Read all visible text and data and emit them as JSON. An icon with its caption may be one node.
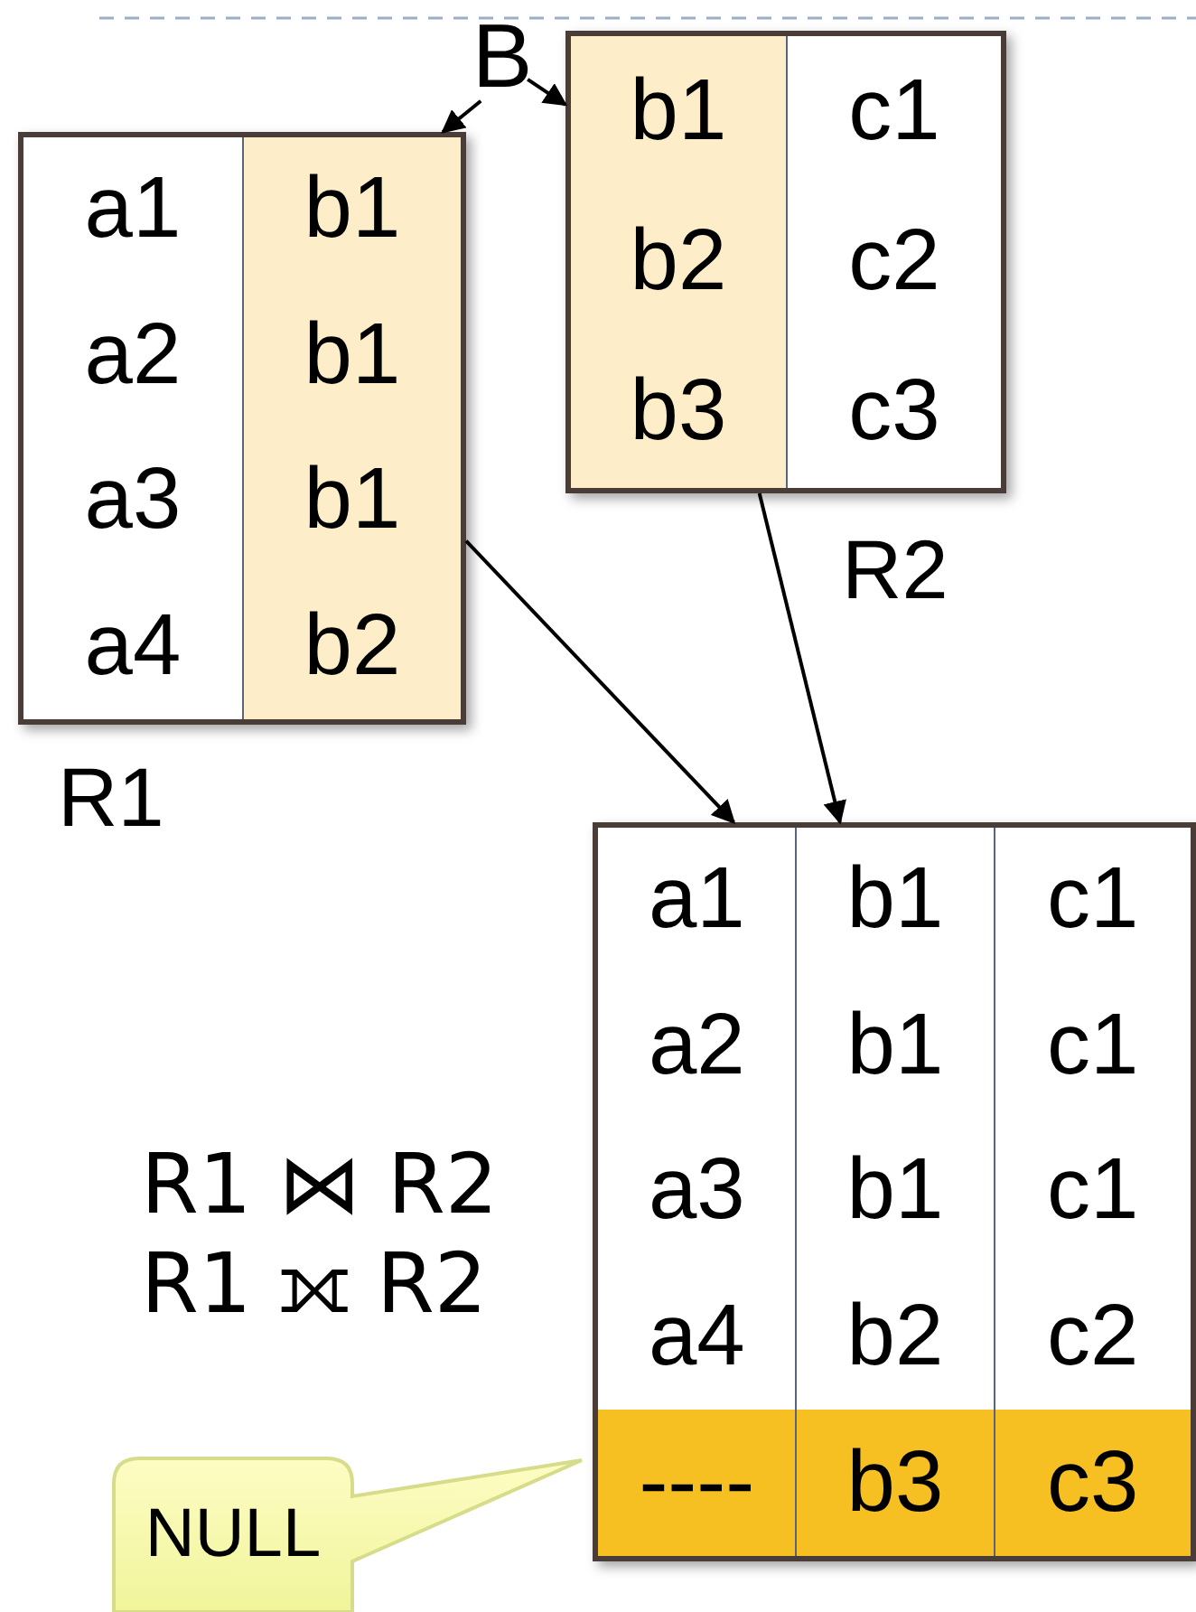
{
  "diagram": {
    "nodes": [
      {
        "text": [
          "B"
        ]
      },
      {
        "text": [
          "a1",
          "b1",
          "a2",
          "b1",
          "a3",
          "b1",
          "a4",
          "b2"
        ],
        "beside": [
          "R1"
        ]
      },
      {
        "text": [
          "b1",
          "c1",
          "b2",
          "c2",
          "b3",
          "c3"
        ],
        "beside": [
          "R2"
        ]
      },
      {
        "text": [
          "a1",
          "b1",
          "c1",
          "a2",
          "b1",
          "c1",
          "a3",
          "b1",
          "c1",
          "a4",
          "b2",
          "c2",
          "----",
          "b3",
          "c3"
        ]
      },
      {
        "text": [
          "NULL"
        ]
      }
    ],
    "edges": [
      {
        "from": 0,
        "to": 1,
        "arrow": "to"
      },
      {
        "from": 0,
        "to": 2,
        "arrow": "to"
      },
      {
        "from": 1,
        "to": 3,
        "arrow": "to"
      },
      {
        "from": 2,
        "to": 3,
        "arrow": "to"
      }
    ],
    "labels": [
      "R1 ⋈ R2",
      "R1 ⟗ R2"
    ]
  }
}
